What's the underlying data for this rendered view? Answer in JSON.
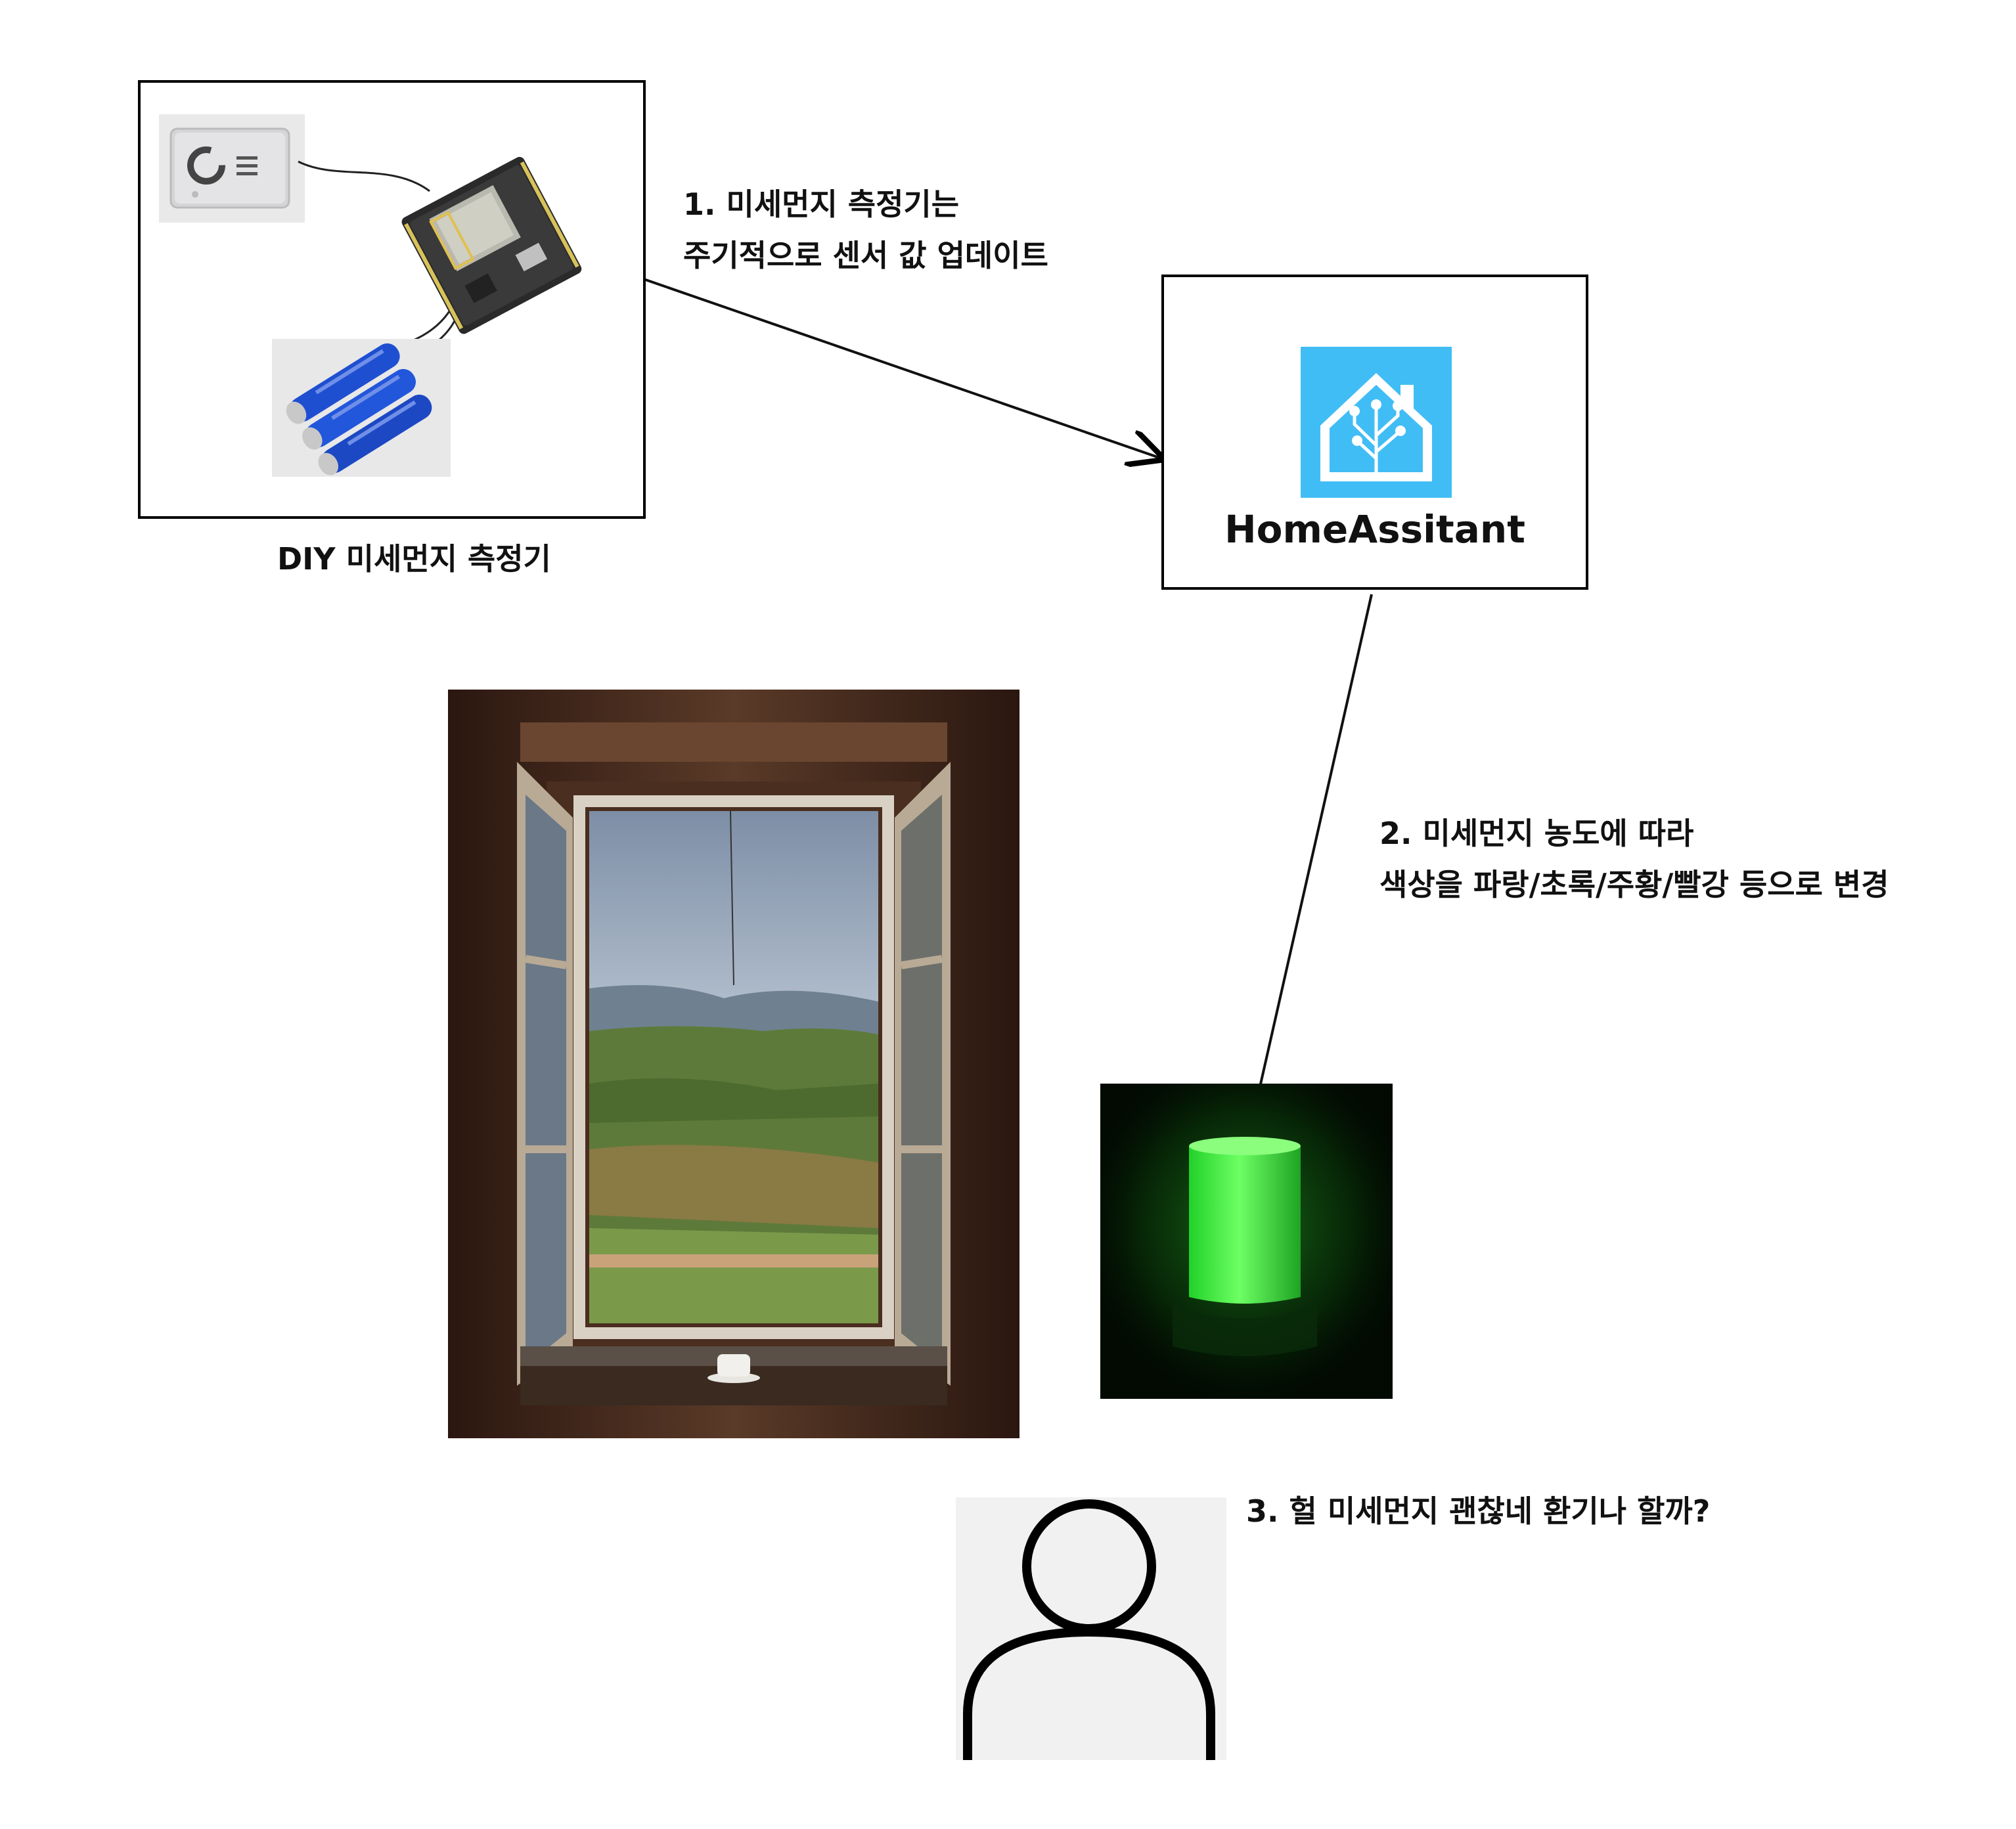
{
  "device": {
    "caption": "DIY 미세먼지 측정기",
    "icons": [
      "dust-sensor-icon",
      "esp8266-board-icon",
      "battery-pack-icon"
    ]
  },
  "steps": {
    "step1": [
      "1. 미세먼지 측정기는",
      "주기적으로 센서 값 업데이트"
    ],
    "step2": [
      "2. 미세먼지 농도에 따라",
      "색상을 파랑/초록/주황/빨강 등으로 변경"
    ],
    "step3": "3. 헐 미세먼지 괜찮네 환기나 할까?"
  },
  "hub": {
    "name": "HomeAssitant",
    "logo_color": "#41BDF5",
    "icon": "home-assistant-logo-icon"
  },
  "scene": {
    "window_icon": "open-window-photo",
    "lamp_icon": "green-lamp-photo",
    "lamp_color": "#2dff3a",
    "person_icon": "person-avatar-icon"
  }
}
